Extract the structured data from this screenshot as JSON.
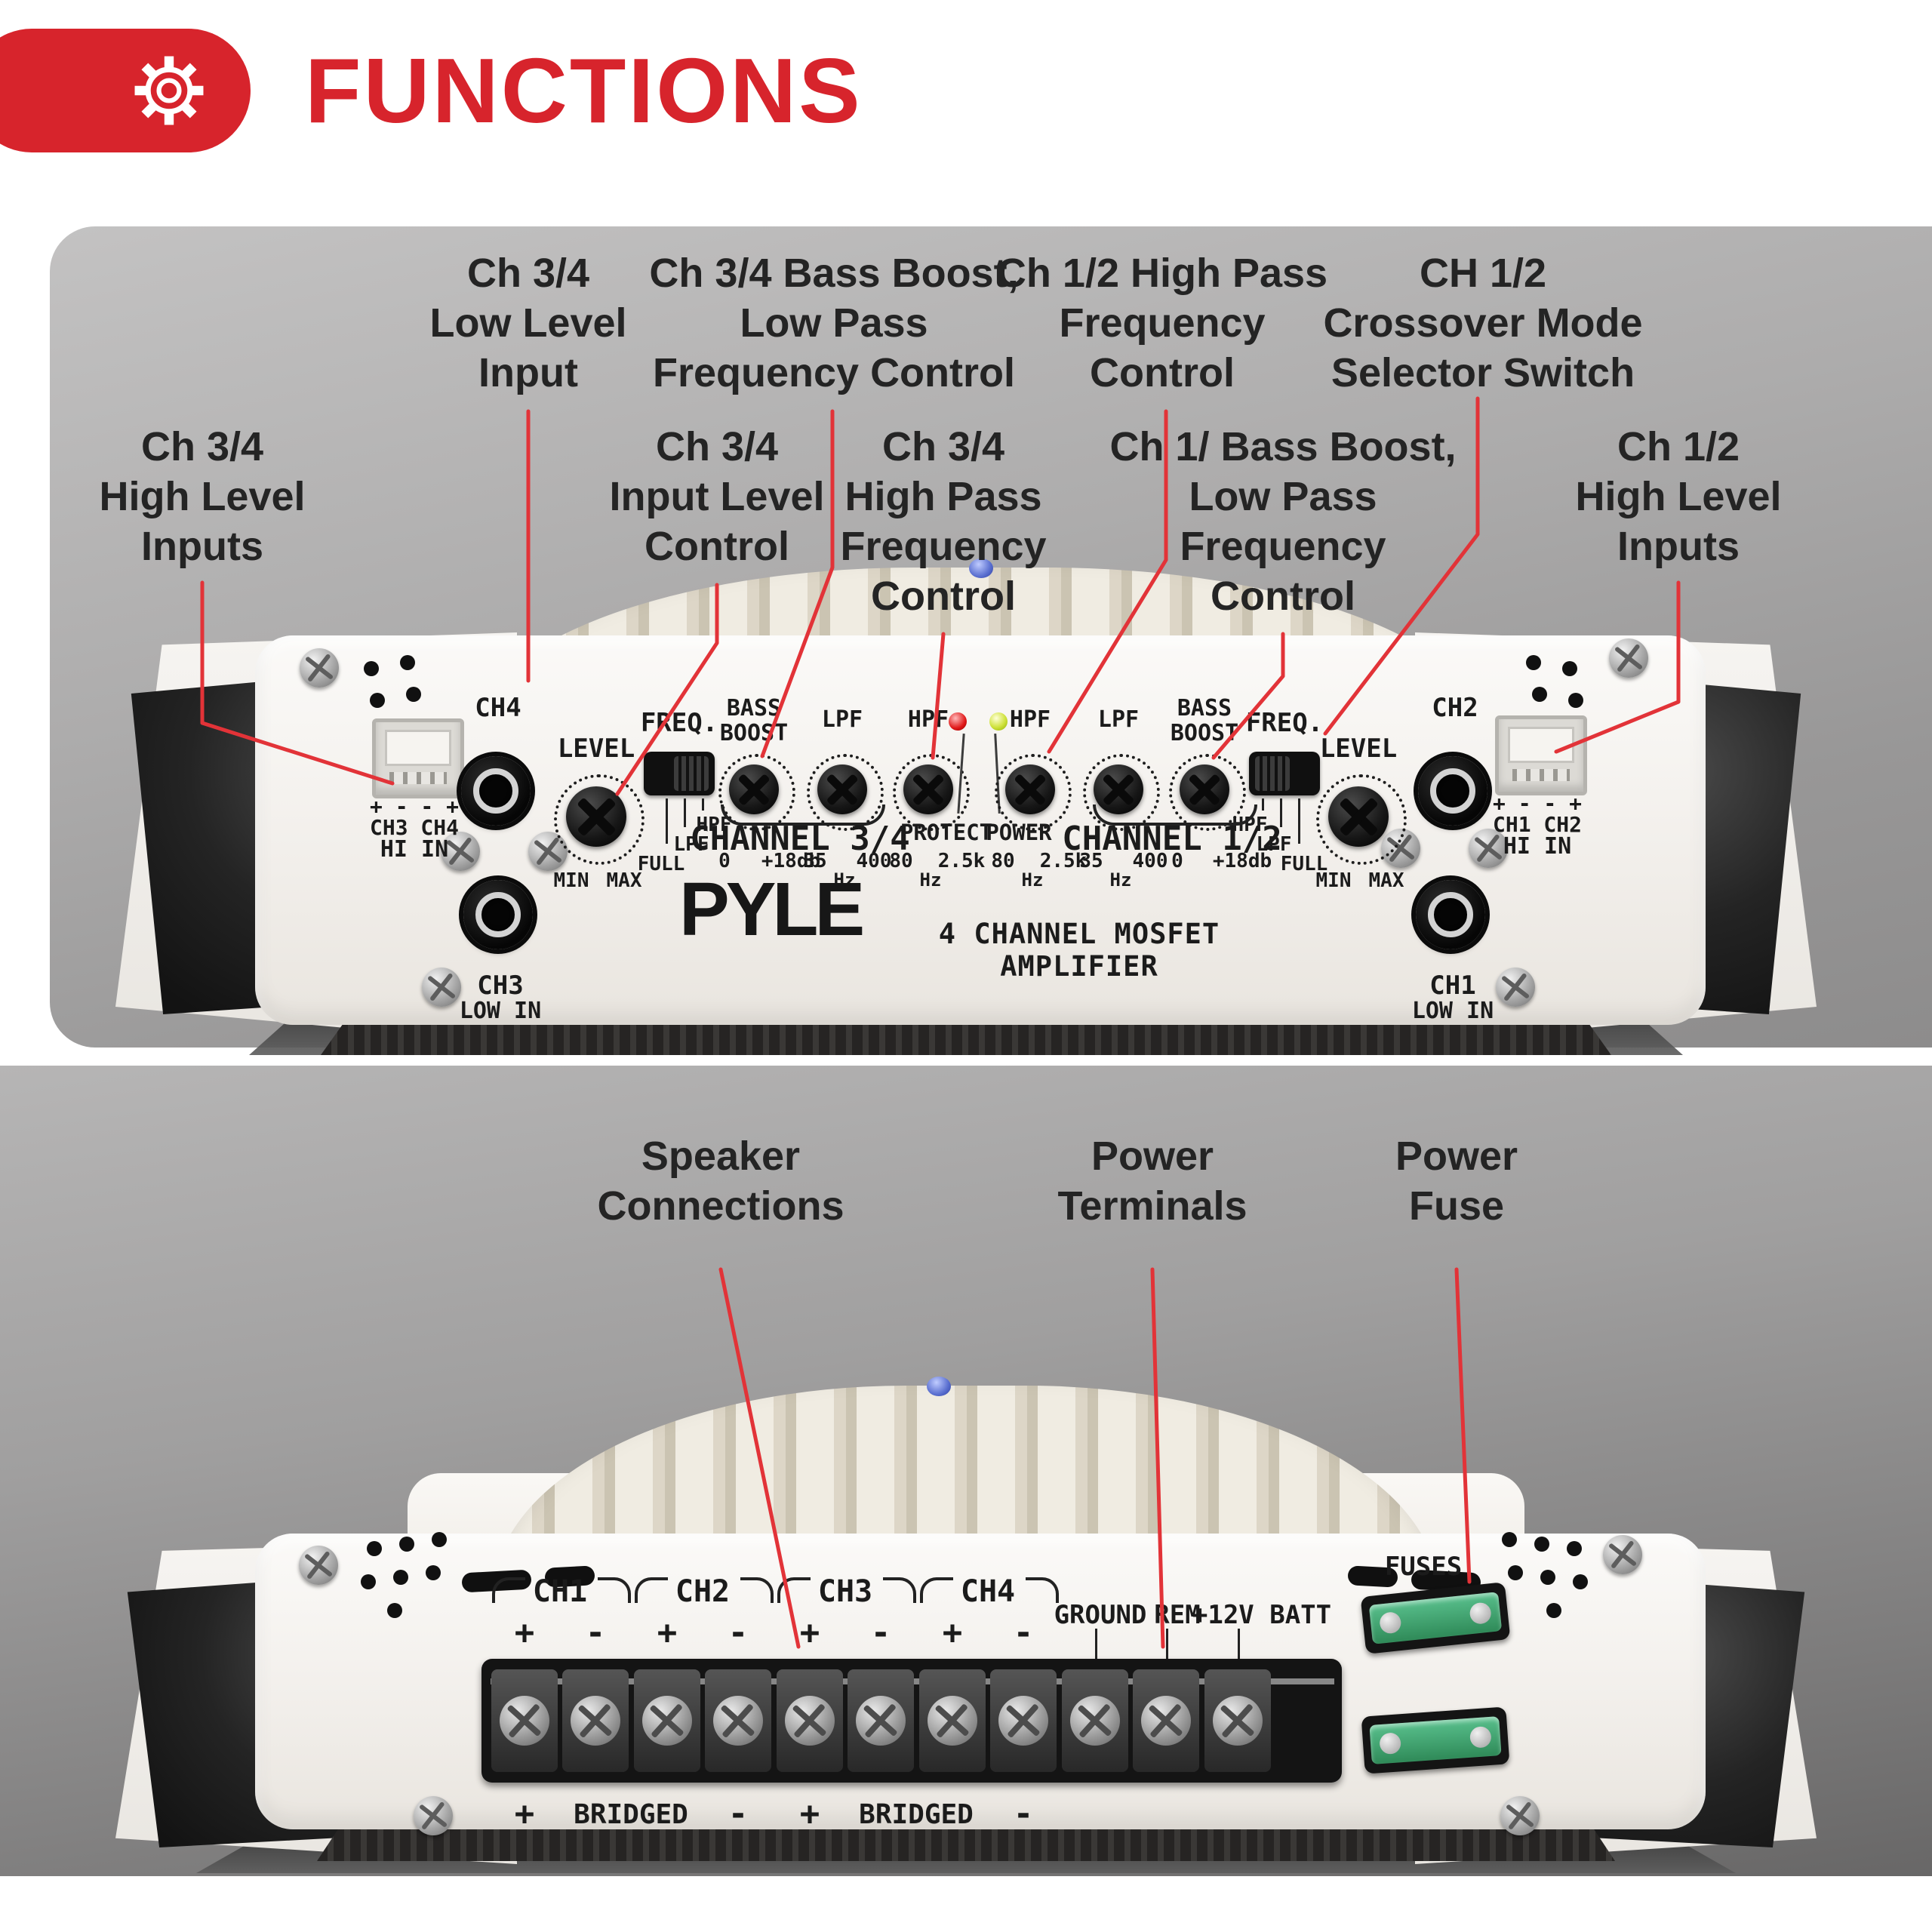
{
  "header": {
    "title": "FUNCTIONS",
    "icon": "gear-icon"
  },
  "colors": {
    "accent": "#d7242c",
    "leader_line": "#e23338",
    "protect_led": "#e01818",
    "power_led": "#cfe23c",
    "top_led": "#5a6fd0",
    "fuse_green": "#3fa06b"
  },
  "callouts_top": [
    {
      "text": "Ch 3/4\nHigh Level\nInputs"
    },
    {
      "text": "Ch 3/4\nLow Level\nInput"
    },
    {
      "text": "Ch 3/4\nInput Level\nControl"
    },
    {
      "text": "Ch 3/4 Bass Boost,\nLow Pass\nFrequency Control"
    },
    {
      "text": "Ch 3/4\nHigh Pass\nFrequency\nControl"
    },
    {
      "text": "Ch 1/2 High Pass\nFrequency\nControl"
    },
    {
      "text": "Ch 1/ Bass Boost,\nLow Pass\nFrequency\nControl"
    },
    {
      "text": "CH 1/2\nCrossover Mode\nSelector Switch"
    },
    {
      "text": "Ch 1/2\nHigh Level\nInputs"
    }
  ],
  "callouts_bottom": [
    {
      "text": "Speaker\nConnections"
    },
    {
      "text": "Power\nTerminals"
    },
    {
      "text": "Power\nFuse"
    }
  ],
  "front": {
    "ch4": "CH4",
    "ch3": "CH3",
    "ch2": "CH2",
    "ch1": "CH1",
    "low_in": "LOW IN",
    "hi_in": "HI IN",
    "pins": "+ - - +",
    "ch34_pair": "CH3 CH4",
    "ch12_pair": "CH1 CH2",
    "level": "LEVEL",
    "min": "MIN",
    "max": "MAX",
    "freq": "FREQ.",
    "full": "FULL",
    "lpf": "LPF",
    "hpf": "HPF",
    "bass_boost": "BASS\nBOOST",
    "bb_min": "0",
    "bb_max": "+18db",
    "lpf_min": "35",
    "lpf_max": "400",
    "hpf_min": "80",
    "hpf_max": "2.5k",
    "hz": "Hz",
    "protect": "PROTECT",
    "power": "POWER",
    "channel34": "CHANNEL 3/4",
    "channel12": "CHANNEL 1/2",
    "brand": "PYLE",
    "model": "4 CHANNEL MOSFET AMPLIFIER"
  },
  "rear": {
    "ch1": "CH1",
    "ch2": "CH2",
    "ch3": "CH3",
    "ch4": "CH4",
    "plus": "+",
    "minus": "-",
    "ground": "GROUND",
    "rem": "REM",
    "batt": "+12V BATT",
    "fuses": "FUSES",
    "bridged": "BRIDGED"
  }
}
